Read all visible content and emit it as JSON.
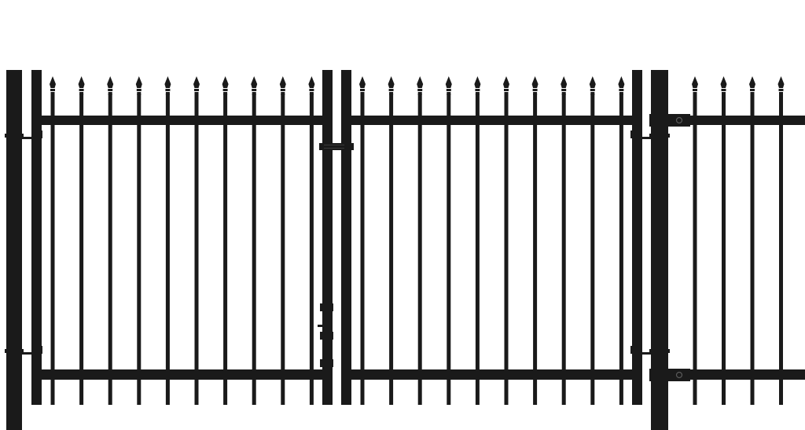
{
  "scene": {
    "subject": "wrought-iron-double-gate-with-fence-section",
    "colors": {
      "iron": "#1a1a1a",
      "highlight": "#3a3a3a",
      "background": "#ffffff"
    },
    "icons": {
      "finial": "spear-finial-icon",
      "hinge": "hinge-icon",
      "latch": "latch-icon",
      "drop_rod": "drop-rod-icon",
      "bracket": "fence-bracket-icon"
    },
    "counts": {
      "left_gate_pickets": 10,
      "right_gate_pickets": 10,
      "fence_pickets": 4
    }
  }
}
